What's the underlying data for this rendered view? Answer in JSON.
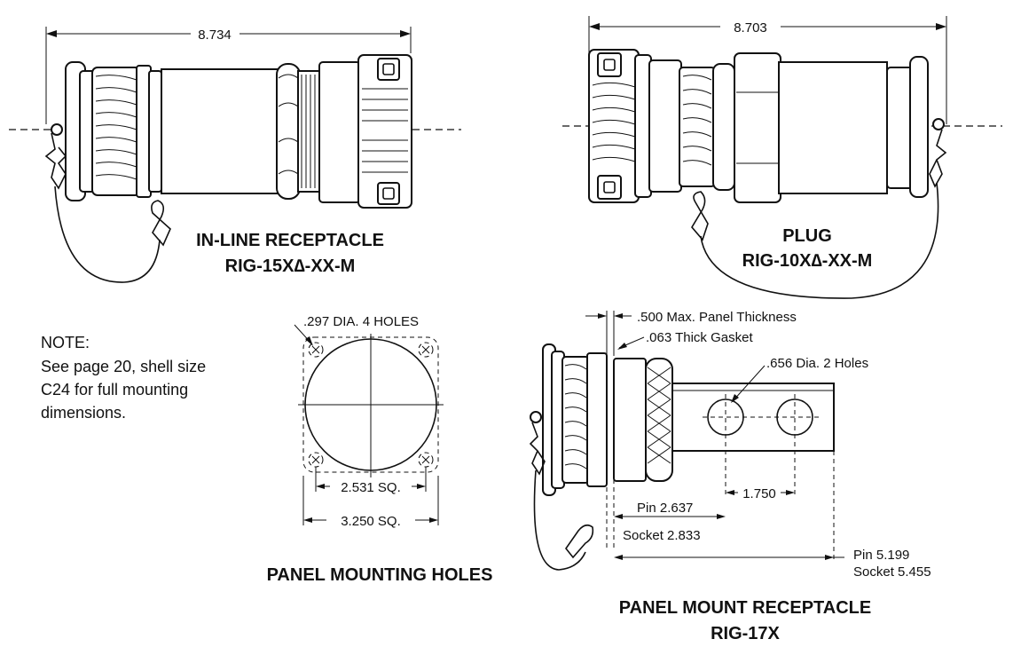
{
  "diagram": {
    "inline": {
      "dimension": "8.734",
      "title_line1": "IN-LINE RECEPTACLE",
      "title_line2": "RIG-15X∆-XX-M"
    },
    "plug": {
      "dimension": "8.703",
      "title_line1": "PLUG",
      "title_line2": "RIG-10X∆-XX-M"
    },
    "note": {
      "heading": "NOTE:",
      "line1": "See page 20, shell size",
      "line2": "C24 for full mounting",
      "line3": "dimensions."
    },
    "panel_holes": {
      "hole_label": ".297 DIA. 4 HOLES",
      "inner_square": "2.531 SQ.",
      "outer_square": "3.250 SQ.",
      "title": "PANEL MOUNTING HOLES"
    },
    "panel_mount": {
      "panel_thickness": ".500 Max. Panel Thickness",
      "gasket": ".063 Thick Gasket",
      "holes": ".656 Dia. 2 Holes",
      "spacing": "1.750",
      "pin_short": "Pin 2.637",
      "socket_short": "Socket 2.833",
      "pin_long": "Pin 5.199",
      "socket_long": "Socket 5.455",
      "title_line1": "PANEL MOUNT RECEPTACLE",
      "title_line2": "RIG-17X"
    }
  }
}
